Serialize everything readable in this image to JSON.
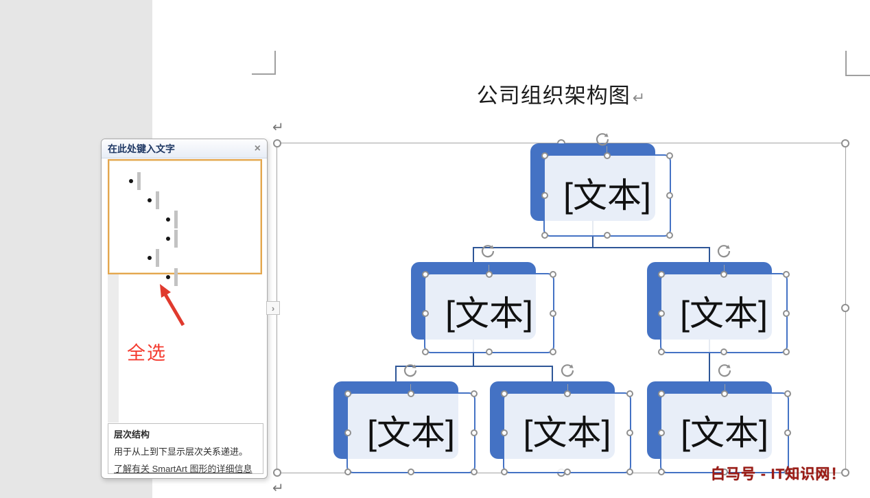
{
  "document": {
    "title": "公司组织架构图",
    "pilcrow": "↵"
  },
  "text_pane": {
    "title": "在此处键入文字",
    "close": "×",
    "toggle": "›",
    "outline_levels": [
      1,
      2,
      3,
      3,
      2,
      3
    ],
    "annotation": "全选",
    "layout_name": "层次结构",
    "layout_desc": "用于从上到下显示层次关系递进。",
    "learn_more": "了解有关 SmartArt 图形的详细信息"
  },
  "smartart": {
    "label": "[文本]",
    "shape_color": "#4472C4",
    "connector_color": "#2E5697",
    "frame_color": "#A3A3A3"
  },
  "watermark": "白马号 - IT知识网！"
}
